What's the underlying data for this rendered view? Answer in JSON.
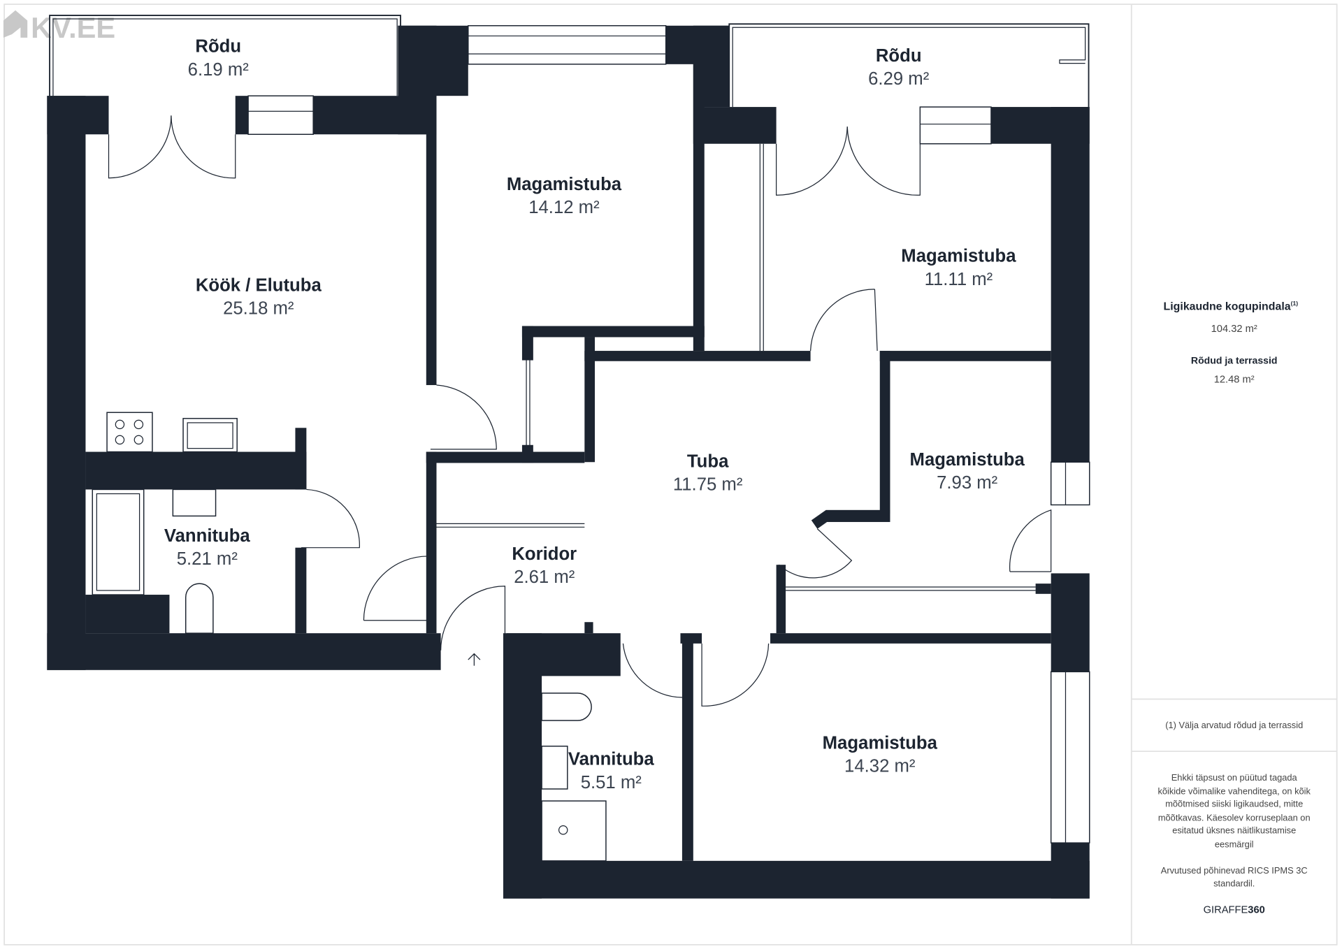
{
  "logo": {
    "text": "KV.EE"
  },
  "rooms": [
    {
      "name": "Rõdu",
      "area": "6.19 m²"
    },
    {
      "name": "Rõdu",
      "area": "6.29 m²"
    },
    {
      "name": "Magamistuba",
      "area": "14.12 m²"
    },
    {
      "name": "Köök / Elutuba",
      "area": "25.18 m²"
    },
    {
      "name": "Magamistuba",
      "area": "11.11 m²"
    },
    {
      "name": "Tuba",
      "area": "11.75 m²"
    },
    {
      "name": "Magamistuba",
      "area": "7.93 m²"
    },
    {
      "name": "Vannituba",
      "area": "5.21 m²"
    },
    {
      "name": "Koridor",
      "area": "2.61 m²"
    },
    {
      "name": "Magamistuba",
      "area": "14.32 m²"
    },
    {
      "name": "Vannituba",
      "area": "5.51 m²"
    }
  ],
  "panel": {
    "total_label": "Ligikaudne kogupindala",
    "total_sup": "(1)",
    "total_value": "104.32 m²",
    "balcony_label": "Rõdud ja terrassid",
    "balcony_value": "12.48 m²",
    "footnote": "(1) Välja arvatud rõdud ja terrassid",
    "disclaimer": [
      "Ehkki täpsust on püütud tagada",
      "kõikide võimalike vahenditega, on kõik",
      "mõõtmised siiski ligikaudsed, mitte",
      "mõõtkavas. Käesolev korruseplaan on",
      "esitatud üksnes näitlikustamise",
      "eesmärgil"
    ],
    "standard": [
      "Arvutused põhinevad RICS IPMS 3C",
      "standardil."
    ],
    "brand_a": "GIRAFFE",
    "brand_b": "360"
  },
  "colors": {
    "wall": "#1c2430"
  }
}
